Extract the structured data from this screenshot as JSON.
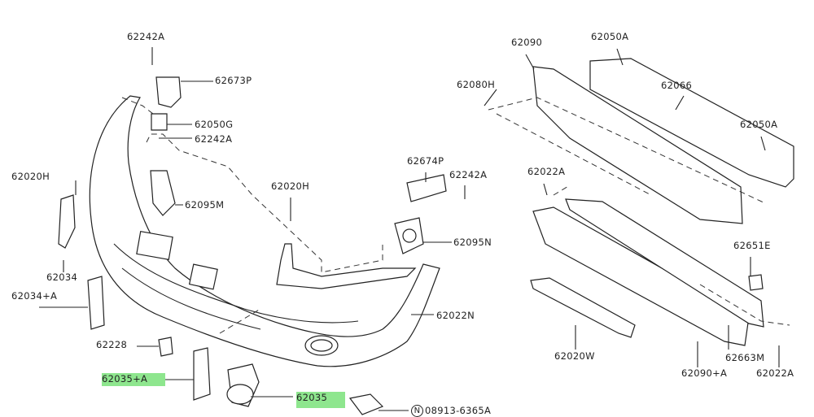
{
  "labels": {
    "l1": "62242A",
    "l2": "62673P",
    "l3": "62050G",
    "l4": "62242A",
    "l5": "62020H",
    "l6": "62095M",
    "l7": "62020H",
    "l8": "62674P",
    "l9": "62242A",
    "l10": "62095N",
    "l11": "62034",
    "l12": "62034+A",
    "l13": "62022N",
    "l14": "62228",
    "l15": "62035+A",
    "l16": "62035",
    "l17": "N",
    "l18": "08913-6365A",
    "r1": "62090",
    "r2": "62050A",
    "r3": "62080H",
    "r4": "62066",
    "r5": "62050A",
    "r6": "62022A",
    "r7": "62651E",
    "r8": "62020W",
    "r9": "62663M",
    "r10": "62090+A",
    "r11": "62022A"
  },
  "highlight_color": "#8ee68e"
}
